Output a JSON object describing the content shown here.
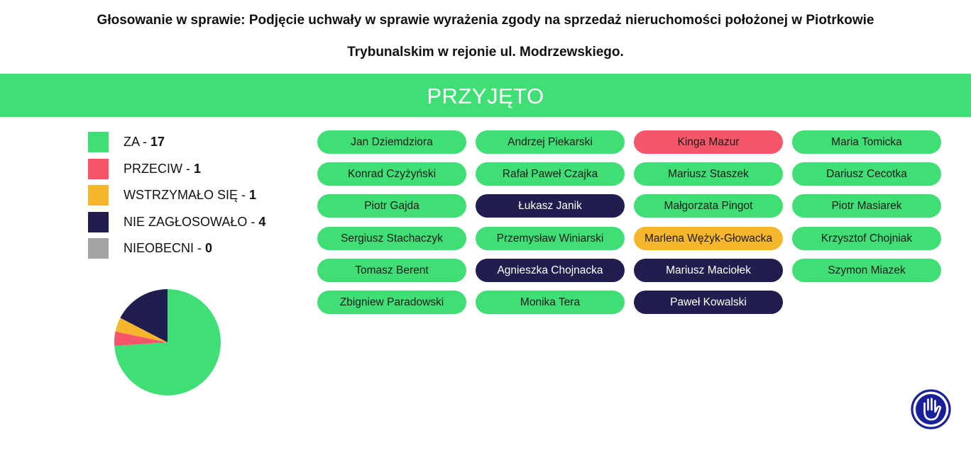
{
  "title_line1": "Głosowanie w sprawie: Podjęcie uchwały w sprawie wyrażenia zgody na sprzedaż nieruchomości położonej w Piotrkowie",
  "title_line2": "Trybunalskim w rejonie ul. Modrzewskiego.",
  "result": "PRZYJĘTO",
  "colors": {
    "za": "#3fdf76",
    "przeciw": "#f5566a",
    "wstrzymalo": "#f7b72d",
    "nie_zaglosowalo": "#1f1e4e",
    "nieobecni": "#a3a5a4",
    "hand_icon": "#1a1f9a"
  },
  "legend": [
    {
      "key": "za",
      "label": "ZA - ",
      "count": "17"
    },
    {
      "key": "przeciw",
      "label": "PRZECIW - ",
      "count": "1"
    },
    {
      "key": "wstrzymalo",
      "label": "WSTRZYMAŁO SIĘ - ",
      "count": "1"
    },
    {
      "key": "nie_zaglosowalo",
      "label": "NIE ZAGŁOSOWAŁO - ",
      "count": "4"
    },
    {
      "key": "nieobecni",
      "label": "NIEOBECNI - ",
      "count": "0"
    }
  ],
  "chart_data": {
    "type": "pie",
    "categories": [
      "ZA",
      "PRZECIW",
      "WSTRZYMAŁO SIĘ",
      "NIE ZAGŁOSOWAŁO",
      "NIEOBECNI"
    ],
    "values": [
      17,
      1,
      1,
      4,
      0
    ]
  },
  "councillors": [
    [
      {
        "name": "Jan Dziemdziora",
        "vote": "za"
      },
      {
        "name": "Konrad Czyżyński",
        "vote": "za"
      },
      {
        "name": "Piotr Gajda",
        "vote": "za"
      },
      {
        "name": "Sergiusz Stachaczyk",
        "vote": "za"
      },
      {
        "name": "Tomasz Berent",
        "vote": "za"
      },
      {
        "name": "Zbigniew Paradowski",
        "vote": "za"
      }
    ],
    [
      {
        "name": "Andrzej Piekarski",
        "vote": "za"
      },
      {
        "name": "Rafał Paweł Czajka",
        "vote": "za"
      },
      {
        "name": "Łukasz Janik",
        "vote": "nie"
      },
      {
        "name": "Przemysław Winiarski",
        "vote": "za"
      },
      {
        "name": "Agnieszka Chojnacka",
        "vote": "nie"
      },
      {
        "name": "Monika Tera",
        "vote": "za"
      }
    ],
    [
      {
        "name": "Kinga Mazur",
        "vote": "przeciw"
      },
      {
        "name": "Mariusz Staszek",
        "vote": "za"
      },
      {
        "name": "Małgorzata Pingot",
        "vote": "za"
      },
      {
        "name": "Marlena Wężyk-Głowacka",
        "vote": "wstrz"
      },
      {
        "name": "Mariusz Maciołek",
        "vote": "nie"
      },
      {
        "name": "Paweł Kowalski",
        "vote": "nie"
      }
    ],
    [
      {
        "name": "Maria Tomicka",
        "vote": "za"
      },
      {
        "name": "Dariusz Cecotka",
        "vote": "za"
      },
      {
        "name": "Piotr Masiarek",
        "vote": "za"
      },
      {
        "name": "Krzysztof Chojniak",
        "vote": "za"
      },
      {
        "name": "Szymon Miazek",
        "vote": "za"
      }
    ]
  ],
  "icons": {
    "hand": "raised-hand-icon"
  }
}
